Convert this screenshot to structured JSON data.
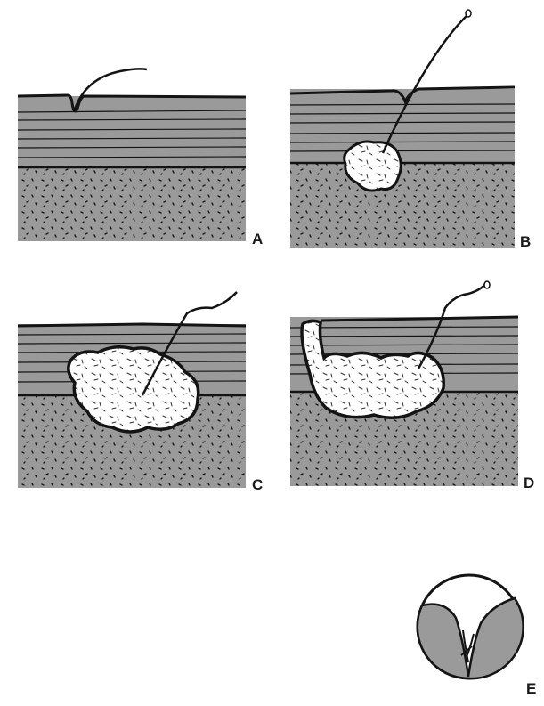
{
  "panels": [
    {
      "id": "panel-a",
      "label": "A"
    },
    {
      "id": "panel-b",
      "label": "B"
    },
    {
      "id": "panel-c",
      "label": "C"
    },
    {
      "id": "panel-d",
      "label": "D"
    },
    {
      "id": "panel-e",
      "label": "E"
    }
  ],
  "colors": {
    "background": "#ffffff",
    "tissue_gray": "#9a9a9a",
    "ink": "#141414",
    "cavity_fill": "#ffffff"
  }
}
